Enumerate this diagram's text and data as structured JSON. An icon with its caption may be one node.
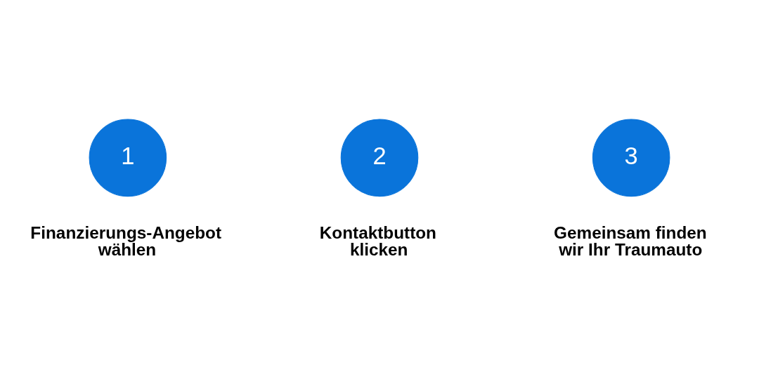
{
  "diagram": {
    "nodes": [
      {
        "text": [
          "1"
        ],
        "beside": [
          "Finanzierungs-Angebot wählen"
        ]
      },
      {
        "text": [
          "2"
        ],
        "beside": [
          "Kontaktbutton klicken"
        ]
      },
      {
        "text": [
          "3"
        ],
        "beside": [
          "Gemeinsam finden wir Ihr Traumauto"
        ]
      }
    ]
  }
}
